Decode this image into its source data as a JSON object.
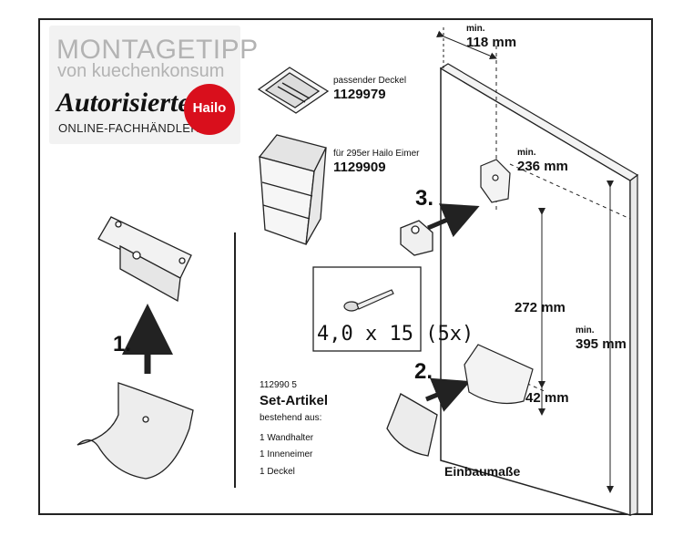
{
  "logo": {
    "line1": "MONTAGETIPP",
    "line2": "von kuechenkonsum",
    "line3": "Autorisierter",
    "line4": "ONLINE-FACHHÄNDLER",
    "brand": "Hailo"
  },
  "products": {
    "lid_caption": "passender Deckel",
    "lid_code": "1129979",
    "bin_caption": "für 295er Hailo Eimer",
    "bin_code": "1129909"
  },
  "screw": {
    "label": "4,0 x 15 (5x)"
  },
  "set": {
    "number": "112990 5",
    "title": "Set-Artikel",
    "subtitle": "bestehend aus:",
    "items": [
      "1 Wandhalter",
      "1 Inneneimer",
      "1 Deckel"
    ]
  },
  "steps": {
    "one": "1.",
    "two": "2.",
    "three": "3."
  },
  "dimensions": {
    "min_word": "min.",
    "top_width": "118 mm",
    "bracket_offset": "236 mm",
    "spacing": "272 mm",
    "lower_offset": "42 mm",
    "total_height": "395 mm",
    "section_title": "Einbaumaße"
  },
  "colors": {
    "brand_red": "#d90f1c",
    "line": "#222222",
    "panel_fill": "#ffffff"
  }
}
